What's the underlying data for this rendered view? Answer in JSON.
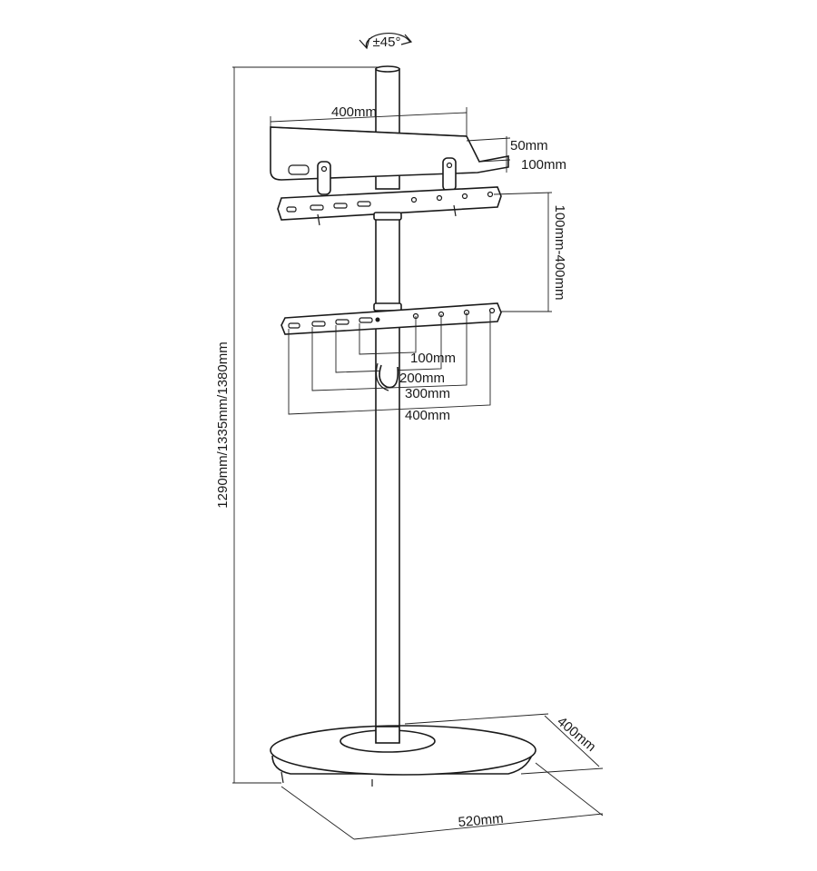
{
  "rotation": {
    "label": "±45°"
  },
  "shelf": {
    "width_label": "400mm",
    "depth_label_1": "50mm",
    "depth_label_2": "100mm"
  },
  "bracket": {
    "vertical_range_label": "100mm-400mm",
    "spacing_labels": [
      "100mm",
      "200mm",
      "300mm",
      "400mm"
    ]
  },
  "overall_height_label": "1290mm/1335mm/1380mm",
  "base": {
    "depth_label": "400mm",
    "width_label": "520mm"
  }
}
